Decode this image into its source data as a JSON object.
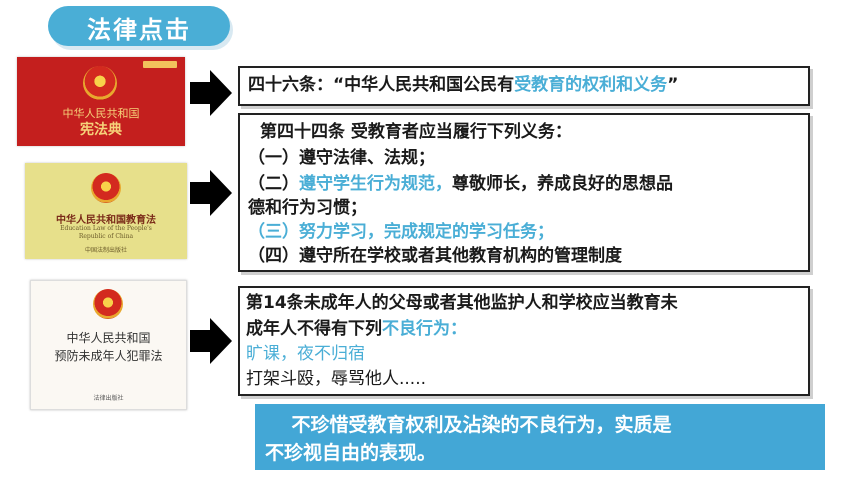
{
  "title": "法律点击",
  "books": {
    "constitution": {
      "title": "中华人民共和国",
      "subtitle": "宪法典"
    },
    "education": {
      "title": "中华人民共和国教育法",
      "en1": "Education Law of the People's",
      "en2": "Republic of China",
      "publisher": "中国法制出版社"
    },
    "juvenile": {
      "line1": "中华人民共和国",
      "line2": "预防未成年人犯罪法",
      "publisher": "法律出版社"
    }
  },
  "box1": {
    "prefix": "四十六条：“中华人民共和国公民有",
    "highlight": "受教育的权利和义务",
    "suffix": "”"
  },
  "box2": {
    "heading": "第四十四条  受教育者应当履行下列义务：",
    "item1": "（一）遵守法律、法规；",
    "item2_prefix": "（二）",
    "item2_highlight": "遵守学生行为规范，",
    "item2_suffix": "尊敬师长，养成良好的思想品",
    "item2_cont": "德和行为习惯；",
    "item3": "（三）努力学习，完成规定的学习任务；",
    "item4": "（四）遵守所在学校或者其他教育机构的管理制度"
  },
  "box3": {
    "line1": "第14条未成年人的父母或者其他监护人和学校应当教育未",
    "line2_prefix": "成年人不得有下列",
    "line2_highlight": "不良行为：",
    "line3": "旷课，夜不归宿",
    "line4": "打架斗殴，辱骂他人....."
  },
  "summary": {
    "line1": "    不珍惜受教育权利及沾染的不良行为，实质是",
    "line2": "不珍视自由的表现。"
  },
  "colors": {
    "accent": "#4aaed6",
    "summary_bg": "#43a7d6",
    "constitution_red": "#c41f1e",
    "education_yellow": "#e7e08b"
  }
}
